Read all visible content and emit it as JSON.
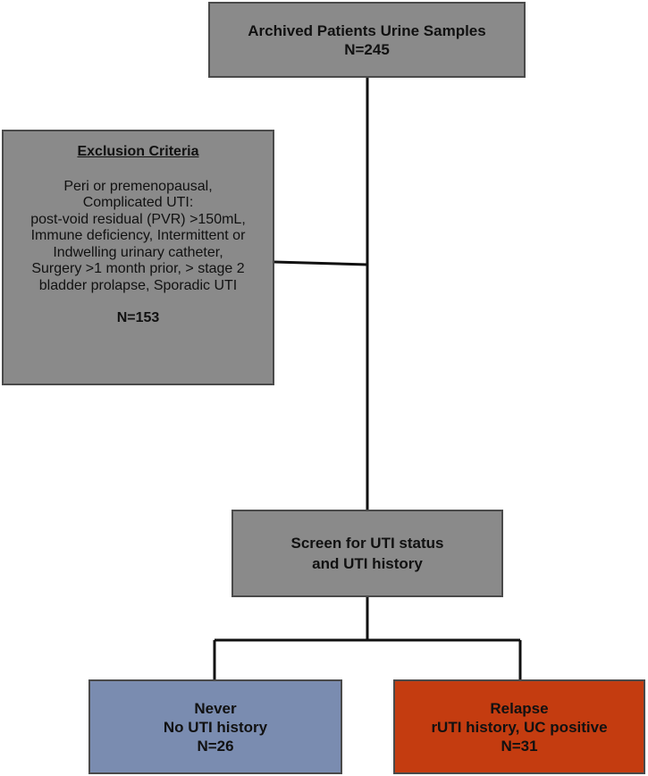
{
  "diagram": {
    "archived": {
      "title": "Archived Patients Urine Samples",
      "count": "N=245"
    },
    "exclusion": {
      "heading": "Exclusion Criteria",
      "lines": [
        "Peri or premenopausal,",
        "Complicated UTI:",
        "post-void residual (PVR) >150mL,",
        "Immune deficiency, Intermittent or",
        "Indwelling urinary catheter,",
        "Surgery >1 month prior, > stage 2",
        "bladder prolapse, Sporadic UTI"
      ],
      "count": "N=153"
    },
    "screen": {
      "line1": "Screen for UTI status",
      "line2": "and UTI history"
    },
    "never": {
      "title": "Never",
      "subtitle": "No UTI history",
      "count": "N=26"
    },
    "relapse": {
      "title": "Relapse",
      "subtitle": "rUTI history, UC positive",
      "count": "N=31"
    },
    "colors": {
      "gray_box": "#8a8a8a",
      "never_box": "#7a8cb0",
      "relapse_box": "#c43c10",
      "lines": "#111111"
    }
  }
}
